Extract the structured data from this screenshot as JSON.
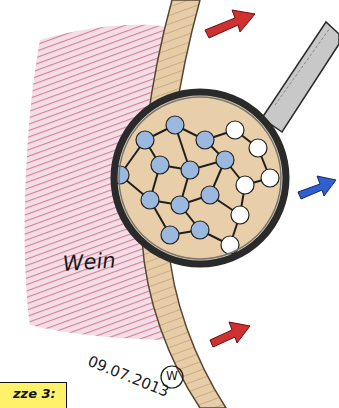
{
  "diagram": {
    "nodes": [
      {
        "text": [
          "zze 3:"
        ]
      }
    ],
    "labels": [
      "Wein",
      "09.07.2013",
      "W"
    ]
  }
}
